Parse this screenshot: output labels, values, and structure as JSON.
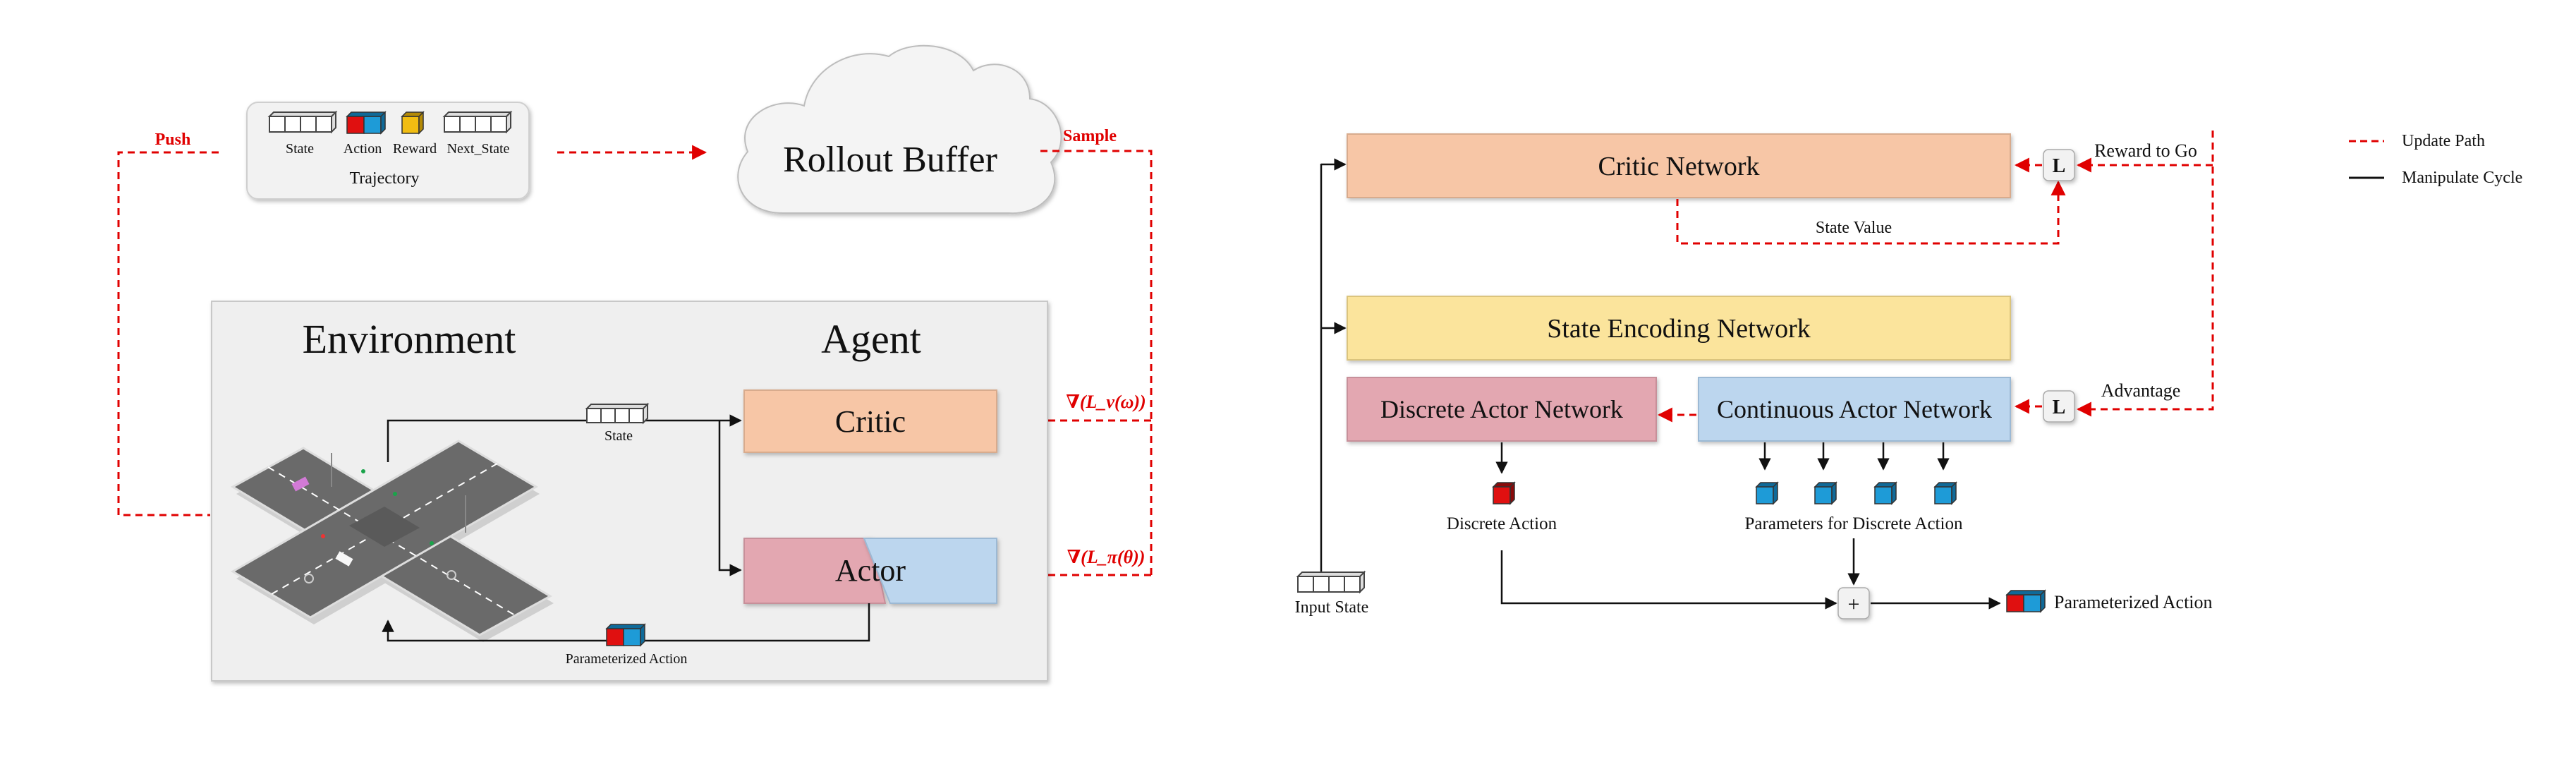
{
  "left": {
    "trajectory": {
      "caption": "Trajectory",
      "items": [
        {
          "label": "State"
        },
        {
          "label": "Action"
        },
        {
          "label": "Reward"
        },
        {
          "label": "Next_State"
        }
      ]
    },
    "rollout_buffer": "Rollout Buffer",
    "push": "Push",
    "sample": "Sample",
    "environment": "Environment",
    "agent": "Agent",
    "critic": "Critic",
    "actor": "Actor",
    "state": "State",
    "parameterized_action": "Parameterized Action",
    "critic_loss": "∇(L_v(ω))",
    "actor_loss": "∇(L_π(θ))"
  },
  "right": {
    "critic_network": "Critic Network",
    "state_value": "State Value",
    "reward_to_go": "Reward to Go",
    "state_encoding_network": "State Encoding Network",
    "discrete_actor_network": "Discrete Actor Network",
    "continuous_actor_network": "Continuous Actor Network",
    "advantage": "Advantage",
    "loss_symbol": "L",
    "discrete_action": "Discrete Action",
    "parameters_for_discrete_action": "Parameters for Discrete Action",
    "input_state": "Input State",
    "plus": "+",
    "parameterized_action": "Parameterized Action"
  },
  "legend": {
    "update_path": "Update Path",
    "manipulate_cycle": "Manipulate Cycle"
  },
  "colors": {
    "critic": "#f7c6a6",
    "actor_discrete": "#e3a7b1",
    "actor_continuous": "#bcd6ee",
    "state_encoding": "#fbe49c",
    "panel": "#efefef",
    "update_path": "#e00000",
    "manipulate": "#000000",
    "cube_red": "#e01010",
    "cube_blue": "#1e9bd7",
    "cube_yellow": "#f1bd12"
  }
}
